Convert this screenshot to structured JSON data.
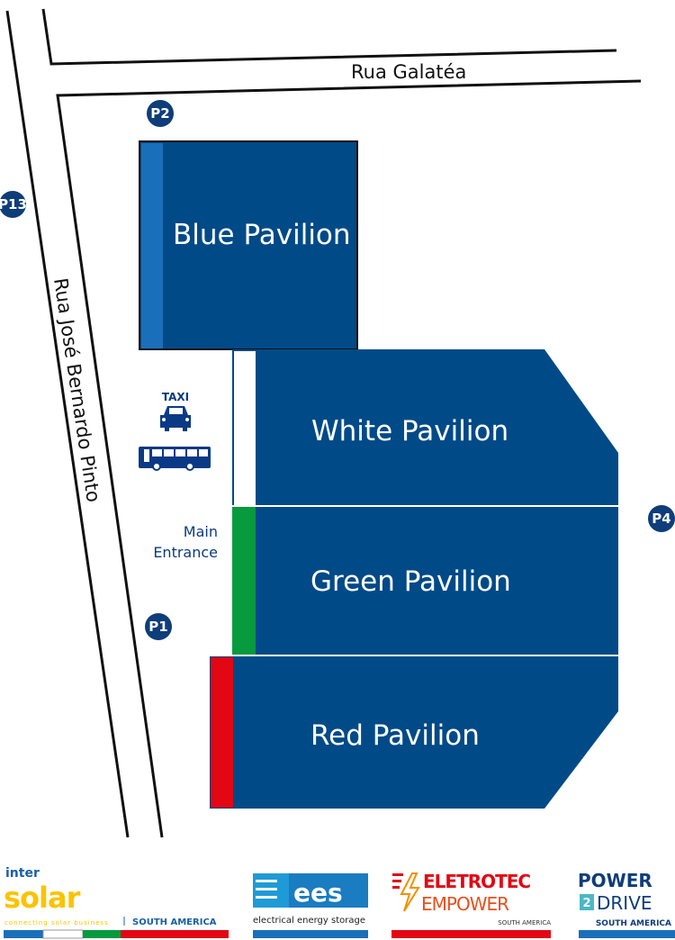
{
  "streets": {
    "top": "Rua Galatéa",
    "left": "Rua José Bernardo Pinto"
  },
  "pavilions": [
    {
      "name": "Blue Pavilion",
      "accent": "#1a6fba"
    },
    {
      "name": "White Pavilion",
      "accent": "#ffffff"
    },
    {
      "name": "Green Pavilion",
      "accent": "#079a3e"
    },
    {
      "name": "Red Pavilion",
      "accent": "#e30613"
    }
  ],
  "parking": [
    "P2",
    "P13",
    "P1",
    "P4"
  ],
  "labels": {
    "taxi": "TAXI",
    "main_entrance_1": "Main",
    "main_entrance_2": "Entrance"
  },
  "colors": {
    "pavilion": "#004a87",
    "parking": "#0e3d7a"
  },
  "logos": {
    "intersolar": {
      "top": "inter",
      "main": "solar",
      "tagline": "connecting solar business",
      "region": "SOUTH AMERICA"
    },
    "ees": {
      "main": "ees",
      "tagline": "electrical energy storage"
    },
    "eletrotec": {
      "line1": "ELETROTEC",
      "line2": "EMPOWER",
      "region": "SOUTH AMERICA"
    },
    "power2drive": {
      "line1": "POWER",
      "line2": "DRIVE",
      "num": "2",
      "region": "SOUTH AMERICA"
    }
  }
}
